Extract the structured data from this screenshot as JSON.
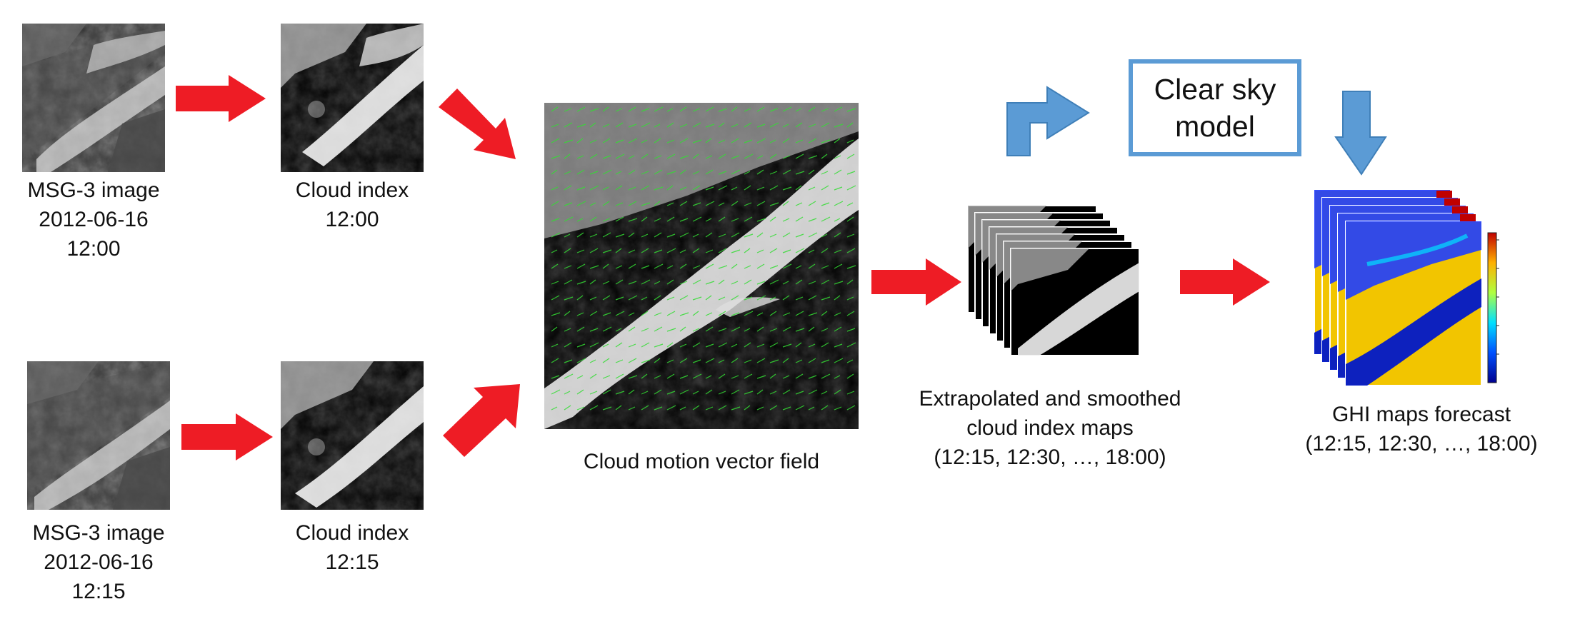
{
  "inputs": {
    "msg_top": {
      "line1": "MSG-3 image",
      "line2": "2012-06-16",
      "line3": "12:00"
    },
    "msg_bottom": {
      "line1": "MSG-3 image",
      "line2": "2012-06-16",
      "line3": "12:15"
    },
    "ci_top": {
      "line1": "Cloud index",
      "line2": "12:00"
    },
    "ci_bottom": {
      "line1": "Cloud index",
      "line2": "12:15"
    }
  },
  "motion": {
    "label": "Cloud motion vector field"
  },
  "clear_sky": {
    "line1": "Clear sky",
    "line2": "model"
  },
  "extrapolated": {
    "line1": "Extrapolated  and smoothed",
    "line2": "cloud index maps",
    "line3": "(12:15, 12:30, …, 18:00)"
  },
  "ghi": {
    "line1": "GHI maps forecast",
    "line2": "(12:15, 12:30, …, 18:00)"
  },
  "colors": {
    "flow_arrow": "#ee1c25",
    "model_arrow": "#5b9bd5",
    "vector": "#33dd33"
  }
}
